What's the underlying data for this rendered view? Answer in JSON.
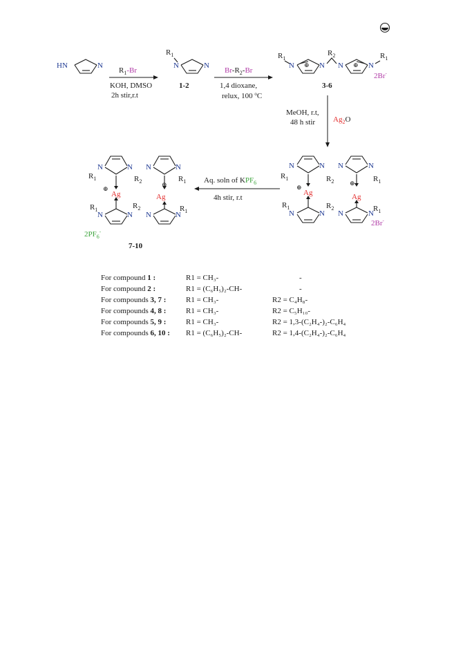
{
  "reaction": {
    "imidazole_label": "HN",
    "n_atom": "N",
    "step1": {
      "reagent_prefix": "R",
      "reagent_sub": "1",
      "reagent_dash": "-",
      "reagent_halide": "Br",
      "conditions_line1": "KOH, DMSO",
      "conditions_line2": "2h stir,r.t"
    },
    "product_1_2": {
      "substituent": "R",
      "substituent_sub": "1",
      "label": "1-2"
    },
    "step2": {
      "reagent_a": "Br",
      "reagent_dash1": "-R",
      "reagent_sub": "2",
      "reagent_dash2": "-",
      "reagent_b": "Br",
      "conditions_line1": "1,4 dioxane,",
      "conditions_line2": "relux, 100 ",
      "conditions_degree": "o",
      "conditions_unit": "C"
    },
    "product_3_6": {
      "label": "3-6",
      "counterion": "2Br",
      "counterion_charge": "-"
    },
    "step3": {
      "conditions_line1": "MeOH, r.t,",
      "conditions_line2": "48 h stir",
      "reagent_ag": "Ag",
      "reagent_sub": "2",
      "reagent_o": "O"
    },
    "silver_dimer_br": {
      "metal": "Ag",
      "counterion": "2Br",
      "counterion_charge": "-"
    },
    "step4": {
      "conditions_line1a": "Aq. soln of K",
      "conditions_line1b": "PF",
      "conditions_line1b_sub": "6",
      "conditions_line2": "4h stir, r.t"
    },
    "product_7_10": {
      "label": "7-10",
      "metal": "Ag",
      "counterion": "2PF",
      "counterion_sub": "6",
      "counterion_charge": "-"
    },
    "plus_symbol": "⊕"
  },
  "compounds": [
    {
      "prefix": "For compound ",
      "ids": "1 :",
      "r1": "R1 = CH₃-",
      "r2": "-"
    },
    {
      "prefix": "For compound ",
      "ids": "2 :",
      "r1": "R1 = (C₆H₅)₂-CH-",
      "r2": "-"
    },
    {
      "prefix": "For compounds ",
      "ids": "3, 7 :",
      "r1": "R1 = CH₃-",
      "r2": "R2 = C₄H₈-"
    },
    {
      "prefix": "For compounds ",
      "ids": "4, 8 :",
      "r1": "R1 = CH₃-",
      "r2": "R2 = C₅H₁₀-"
    },
    {
      "prefix": "For compounds ",
      "ids": "5, 9 :",
      "r1": "R1 = CH₃-",
      "r2": "R2 = 1,3-(C₂H₄-)₂-C₆H₄"
    },
    {
      "prefix": "For compounds ",
      "ids": "6, 10 :",
      "r1": "R1 = (C₆H₅)₂-CH-",
      "r2": "R2 = 1,4-(C₂H₄-)₂-C₆H₄"
    }
  ],
  "colors": {
    "text": "#1a1a1a",
    "nitrogen": "#1f3a93",
    "silver": "#e32d2d",
    "bromide": "#b03aa6",
    "hexafluorophosphate": "#3aa33a"
  },
  "icons": {
    "corner_badge": "open-access-icon"
  }
}
